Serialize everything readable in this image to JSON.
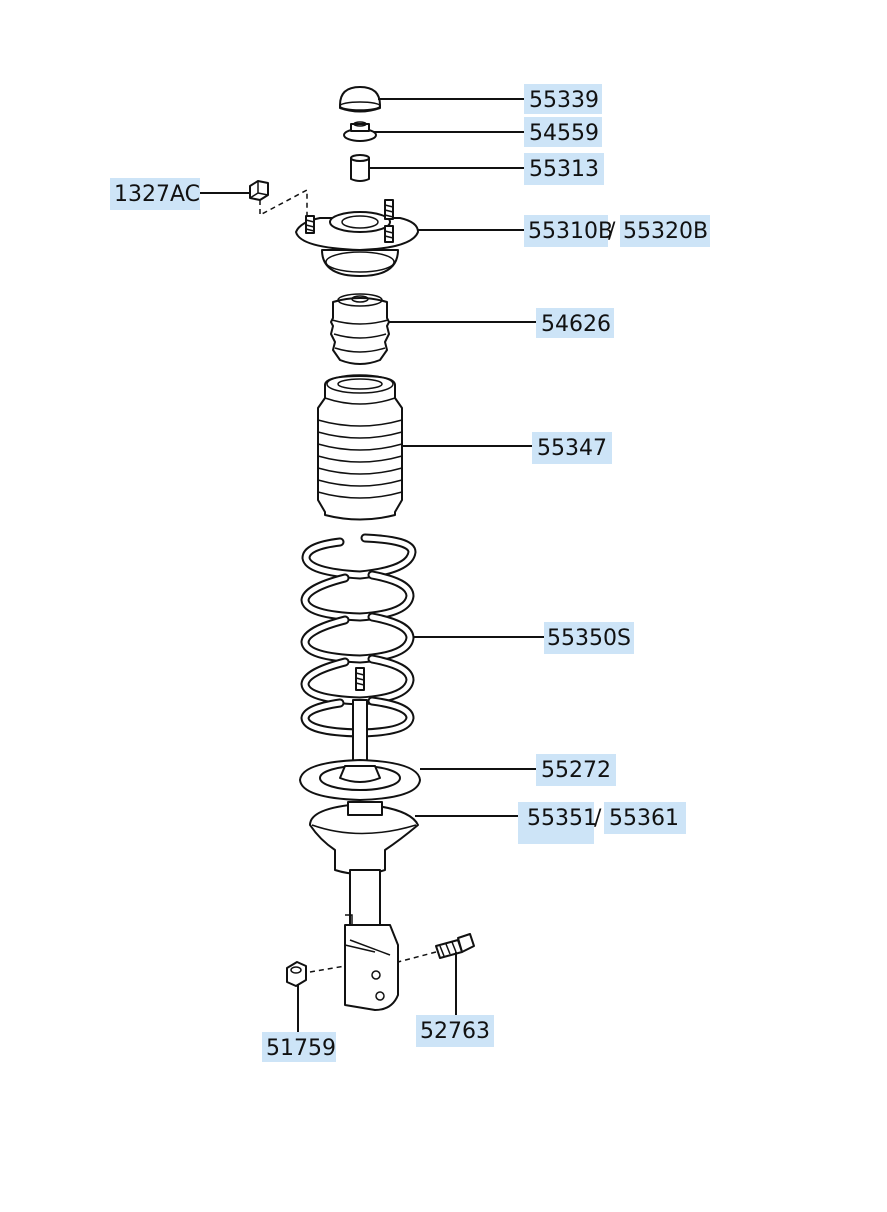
{
  "diagram": {
    "callouts": [
      {
        "id": "cap",
        "text": "55339"
      },
      {
        "id": "nut",
        "text": "54559"
      },
      {
        "id": "bush",
        "text": "55313"
      },
      {
        "id": "stud-nut",
        "text": "1327AC"
      },
      {
        "id": "mount-a",
        "text": "55310B"
      },
      {
        "id": "mount-b",
        "text": "55320B"
      },
      {
        "id": "bumper",
        "text": "54626"
      },
      {
        "id": "boot",
        "text": "55347"
      },
      {
        "id": "spring",
        "text": "55350S"
      },
      {
        "id": "seat",
        "text": "55272"
      },
      {
        "id": "strut-a",
        "text": "55351"
      },
      {
        "id": "strut-b",
        "text": "55361"
      },
      {
        "id": "lock-nut",
        "text": "51759"
      },
      {
        "id": "bolt",
        "text": "52763"
      }
    ],
    "separator": "/"
  }
}
